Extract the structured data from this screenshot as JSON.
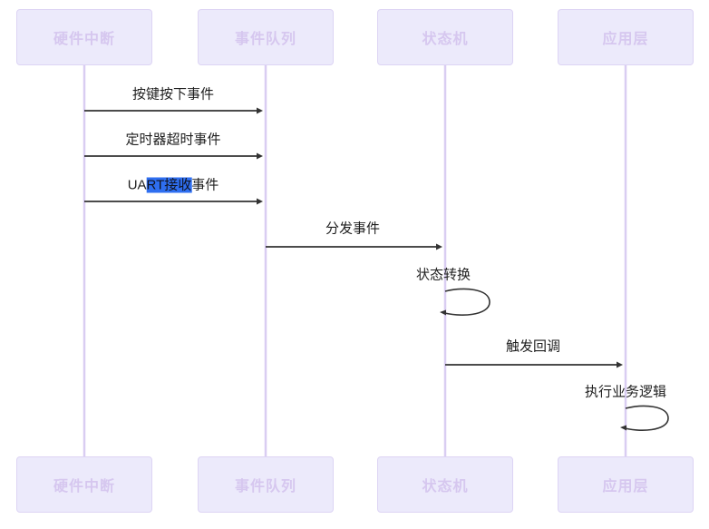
{
  "diagram_type": "sequence-diagram",
  "participants": [
    {
      "label": "硬件中断"
    },
    {
      "label": "事件队列"
    },
    {
      "label": "状态机"
    },
    {
      "label": "应用层"
    }
  ],
  "messages": [
    {
      "label": "按键按下事件",
      "from": "硬件中断",
      "to": "事件队列",
      "kind": "solid-arrow"
    },
    {
      "label": "定时器超时事件",
      "from": "硬件中断",
      "to": "事件队列",
      "kind": "solid-arrow"
    },
    {
      "label": "UART接收事件",
      "label_prefix": "UA",
      "label_selected": "RT接收",
      "label_suffix": "事件",
      "from": "硬件中断",
      "to": "事件队列",
      "kind": "solid-arrow"
    },
    {
      "label": "分发事件",
      "from": "事件队列",
      "to": "状态机",
      "kind": "solid-arrow"
    },
    {
      "label": "状态转换",
      "from": "状态机",
      "to": "状态机",
      "kind": "self-loop"
    },
    {
      "label": "触发回调",
      "from": "状态机",
      "to": "应用层",
      "kind": "solid-arrow"
    },
    {
      "label": "执行业务逻辑",
      "from": "应用层",
      "to": "应用层",
      "kind": "self-loop"
    }
  ],
  "colors": {
    "background": "#ffffff",
    "actor_fill": "#eceafb",
    "actor_border": "#ddd4f4",
    "actor_text": "#d6c7ef",
    "lifeline": "#d9cdf2",
    "message_line": "#333333",
    "message_text": "#1f1f1f",
    "selection_background": "#2e6ef0"
  }
}
